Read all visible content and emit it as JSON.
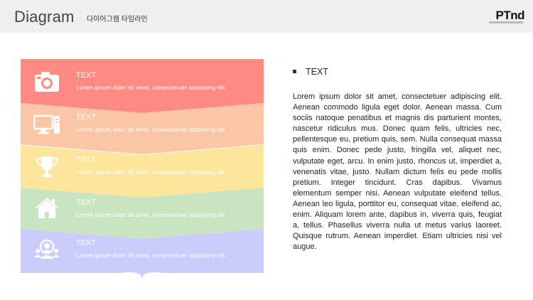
{
  "header": {
    "title": "Diagram",
    "subtitle": "다이어그램 타임라인",
    "logo": "PTnd"
  },
  "bands": [
    {
      "icon": "camera-icon",
      "title": "TEXT",
      "text": "Lorem ipsum dolor sit amet, consectetuer adipiscing elit.",
      "color": "#fd8a83"
    },
    {
      "icon": "computer-icon",
      "title": "TEXT",
      "text": "Lorem ipsum dolor sit amet, consectetuer adipiscing elit.",
      "color": "#fbc6a6"
    },
    {
      "icon": "trophy-icon",
      "title": "TEXT",
      "text": "Lorem ipsum dolor sit amet, consectetuer adipiscing elit.",
      "color": "#fde59b"
    },
    {
      "icon": "house-icon",
      "title": "TEXT",
      "text": "Lorem ipsum dolor sit amet, consectetuer adipiscing elit.",
      "color": "#c9e4c1"
    },
    {
      "icon": "people-icon",
      "title": "TEXT",
      "text": "Lorem ipsum dolor sit amet, consectetuer adipiscing elit.",
      "color": "#cacdfc"
    }
  ],
  "right": {
    "bullet": "TEXT",
    "paragraph": "Lorem ipsum dolor sit amet, consectetuer adipiscing elit. Aenean commodo ligula eget dolor. Aenean massa. Cum sociis natoque penatibus et magnis dis parturient montes, nascetur ridiculus mus. Donec quam felis, ultricies nec, pellentesque eu, pretium quis, sem. Nulla consequat massa quis enim. Donec pede justo, fringilla vel, aliquet nec, vulputate eget, arcu. In enim justo, rhoncus ut, imperdiet a, venenatis vitae, justo. Nullam dictum felis eu pede mollis pretium. Integer tincidunt. Cras dapibus. Vivamus elementum semper nisi. Aenean vulputate eleifend tellus. Aenean leo ligula, porttitor eu, consequat vitae, eleifend ac, enim. Aliquam lorem ante, dapibus in, viverra quis, feugiat a, tellus. Phasellus viverra nulla ut metus varius laoreet. Quisque rutrum. Aenean imperdiet. Etiam ultricies nisi vel augue."
  }
}
